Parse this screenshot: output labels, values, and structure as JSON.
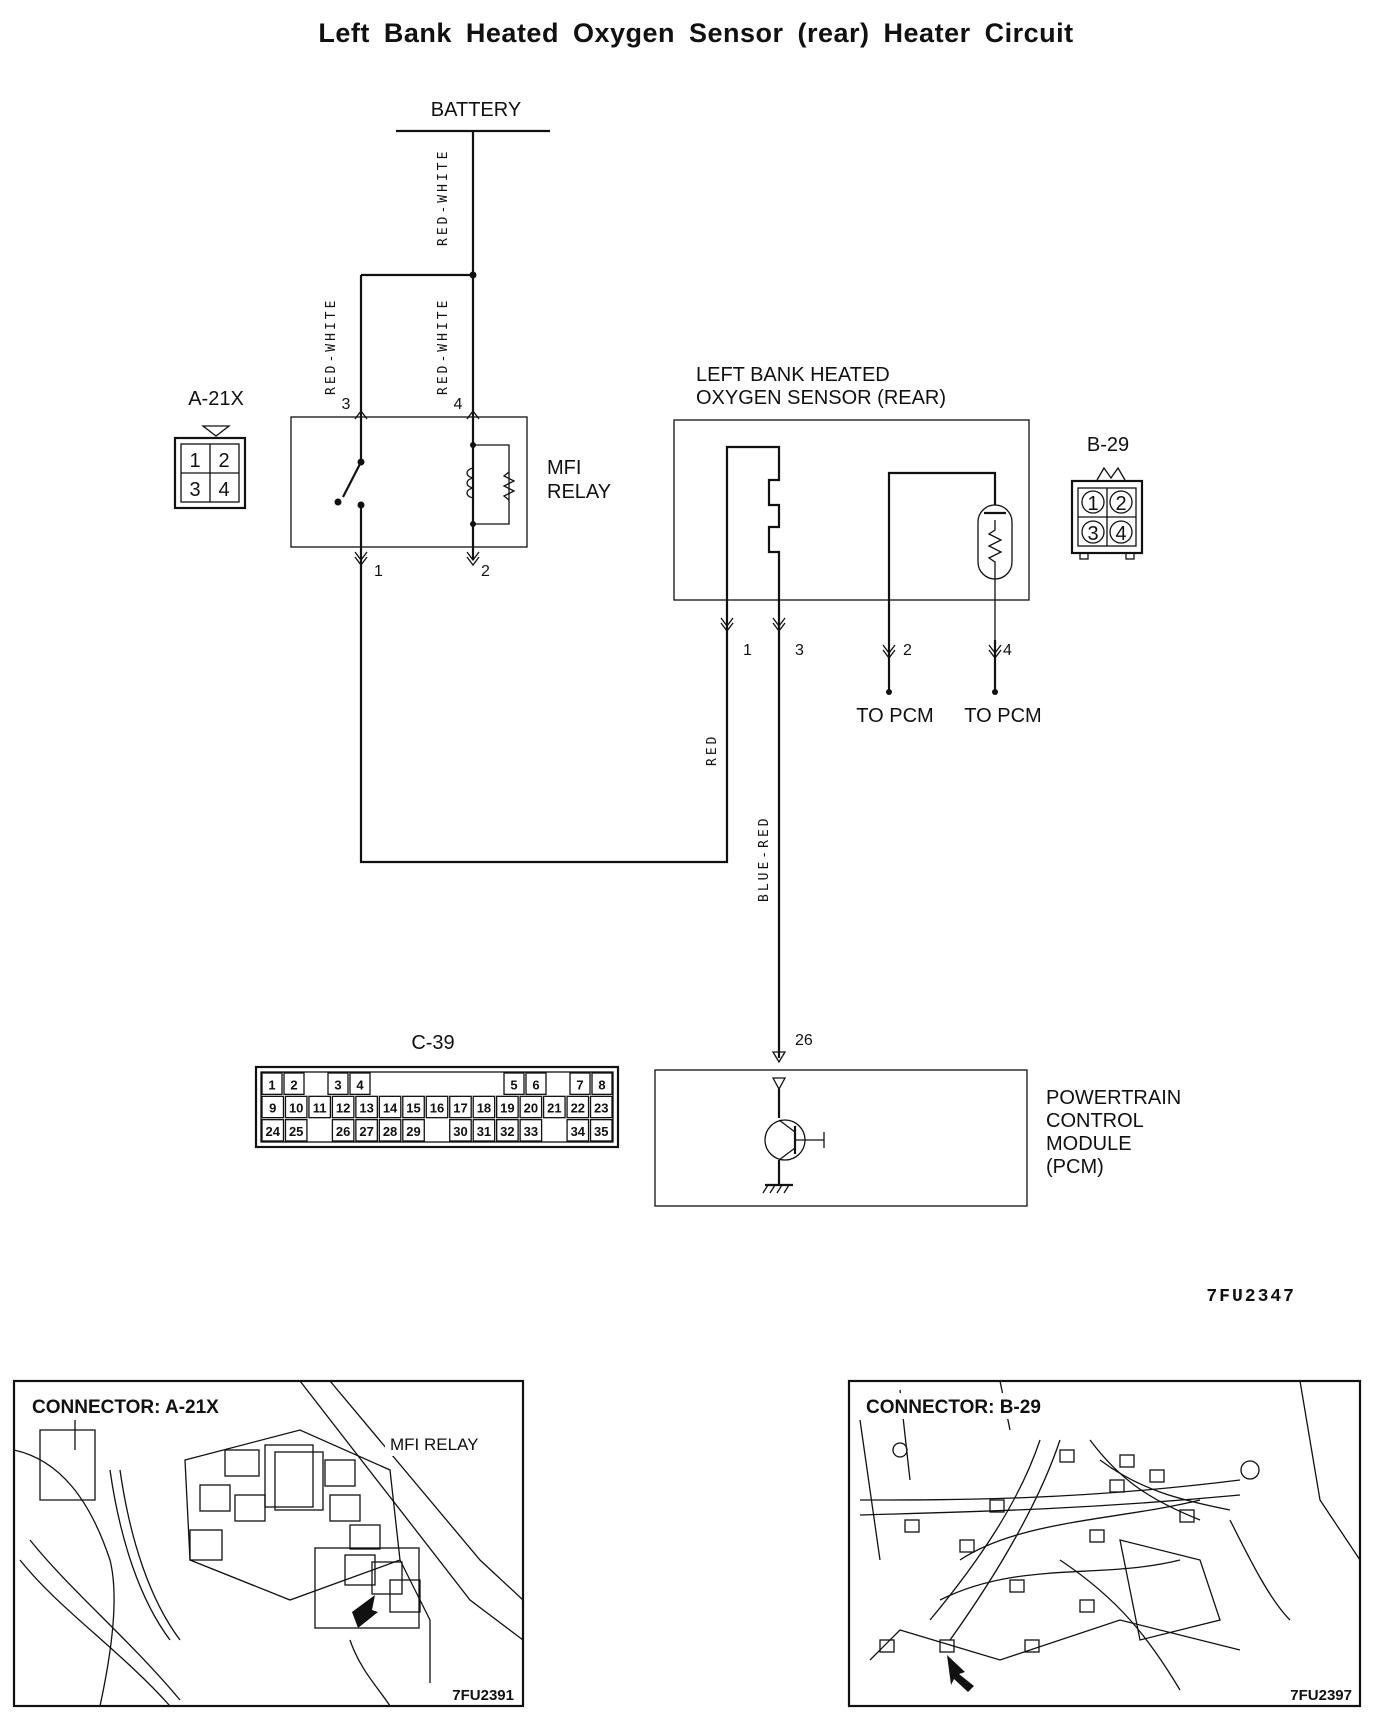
{
  "title": "Left Bank Heated Oxygen Sensor (rear) Heater Circuit",
  "battery_label": "BATTERY",
  "wires": {
    "battery_wire": "RED-WHITE",
    "relay_pin3_wire": "RED-WHITE",
    "relay_pin4_wire": "RED-WHITE",
    "red_wire": "RED",
    "blue_red_wire": "BLUE-RED"
  },
  "connectors": {
    "a21x": {
      "name": "A-21X",
      "pins": [
        "1",
        "2",
        "3",
        "4"
      ]
    },
    "b29": {
      "name": "B-29",
      "pins": [
        "1",
        "2",
        "3",
        "4"
      ]
    },
    "c39": {
      "name": "C-39",
      "row1": [
        "1",
        "2",
        "",
        "3",
        "4",
        "",
        "",
        "",
        "",
        "",
        "",
        "5",
        "6",
        "",
        "7",
        "8"
      ],
      "row2": [
        "9",
        "10",
        "11",
        "12",
        "13",
        "14",
        "15",
        "16",
        "17",
        "18",
        "19",
        "20",
        "21",
        "22",
        "23"
      ],
      "row3": [
        "24",
        "25",
        "",
        "26",
        "27",
        "28",
        "29",
        "",
        "30",
        "31",
        "32",
        "33",
        "",
        "34",
        "35"
      ]
    }
  },
  "relay": {
    "label_line1": "MFI",
    "label_line2": "RELAY",
    "pin_top_left": "3",
    "pin_top_right": "4",
    "pin_bottom_left": "1",
    "pin_bottom_right": "2"
  },
  "sensor": {
    "label_line1": "LEFT BANK HEATED",
    "label_line2": "OXYGEN SENSOR (REAR)",
    "pin1": "1",
    "pin3": "3",
    "pin2": "2",
    "pin4": "4",
    "to_pcm_1": "TO PCM",
    "to_pcm_2": "TO PCM"
  },
  "pcm": {
    "pin": "26",
    "label_line1": "POWERTRAIN",
    "label_line2": "CONTROL",
    "label_line3": "MODULE",
    "label_line4": "(PCM)"
  },
  "figure_code": "7FU2347",
  "photo_left": {
    "title": "CONNECTOR: A-21X",
    "callout": "MFI RELAY",
    "code": "7FU2391"
  },
  "photo_right": {
    "title": "CONNECTOR: B-29",
    "code": "7FU2397"
  }
}
